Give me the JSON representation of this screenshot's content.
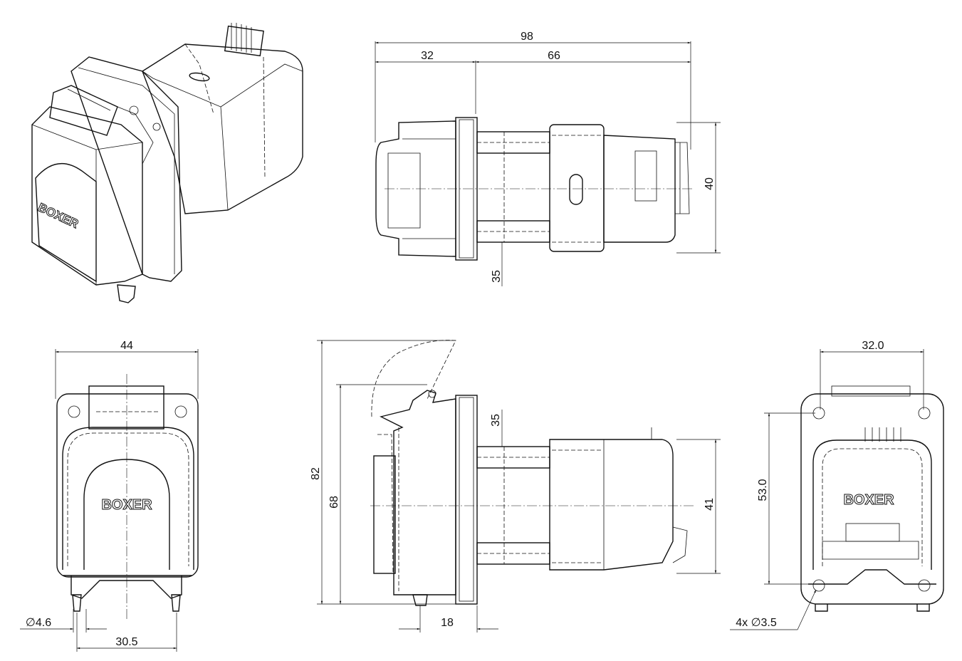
{
  "logo_text": "BOXER",
  "top_side_view": {
    "overall_length": "98",
    "front_length": "32",
    "rear_length": "66",
    "height": "40",
    "shaft_offset": "35"
  },
  "front_view": {
    "width": "44",
    "tube_diameter": "∅4.6",
    "tube_spacing": "30.5"
  },
  "bottom_side_view": {
    "total_height_open": "82",
    "height": "68",
    "shaft_offset": "35",
    "motor_height": "41",
    "tube_depth": "18"
  },
  "back_view": {
    "hole_spacing_x": "32.0",
    "hole_spacing_y": "53.0",
    "mounting_holes": "4x ∅3.5"
  }
}
